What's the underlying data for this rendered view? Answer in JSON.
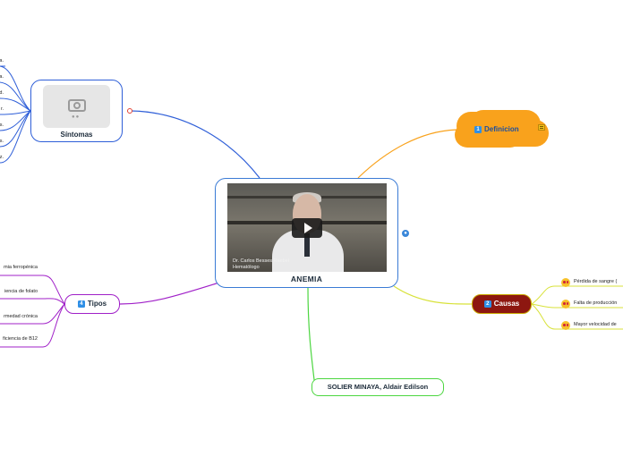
{
  "central": {
    "title": "ANEMIA",
    "video_caption_name": "Dr. Carlos Besses Raebel",
    "video_caption_role": "Hematólogo"
  },
  "definicion": {
    "number": "1",
    "label": "Definicion"
  },
  "causas": {
    "number": "2",
    "label": "Causas",
    "items": [
      "Pérdida de sangre (",
      "Falta de producción",
      "Mayor velocidad de"
    ]
  },
  "tipos": {
    "number": "4",
    "label": "Tipos",
    "items": [
      "mia ferropénica",
      "iencia de folato",
      "rmedad crónica",
      "ficiencia de B12"
    ]
  },
  "sintomas": {
    "label": "Síntomas",
    "items": [
      "a.",
      "a.",
      "d.",
      "r.",
      "s.",
      "s.",
      "z."
    ]
  },
  "author": {
    "label": "SOLIER MINAYA, Aldair Edilson"
  },
  "colors": {
    "central_border": "#3a7bd5",
    "sintomas_branch": "#2f5fd8",
    "definicion_branch": "#f9a21c",
    "causas_branch": "#d8e23a",
    "causas_fill": "#8d1710",
    "tipos_branch": "#a020c8",
    "author_branch": "#4cd640"
  }
}
